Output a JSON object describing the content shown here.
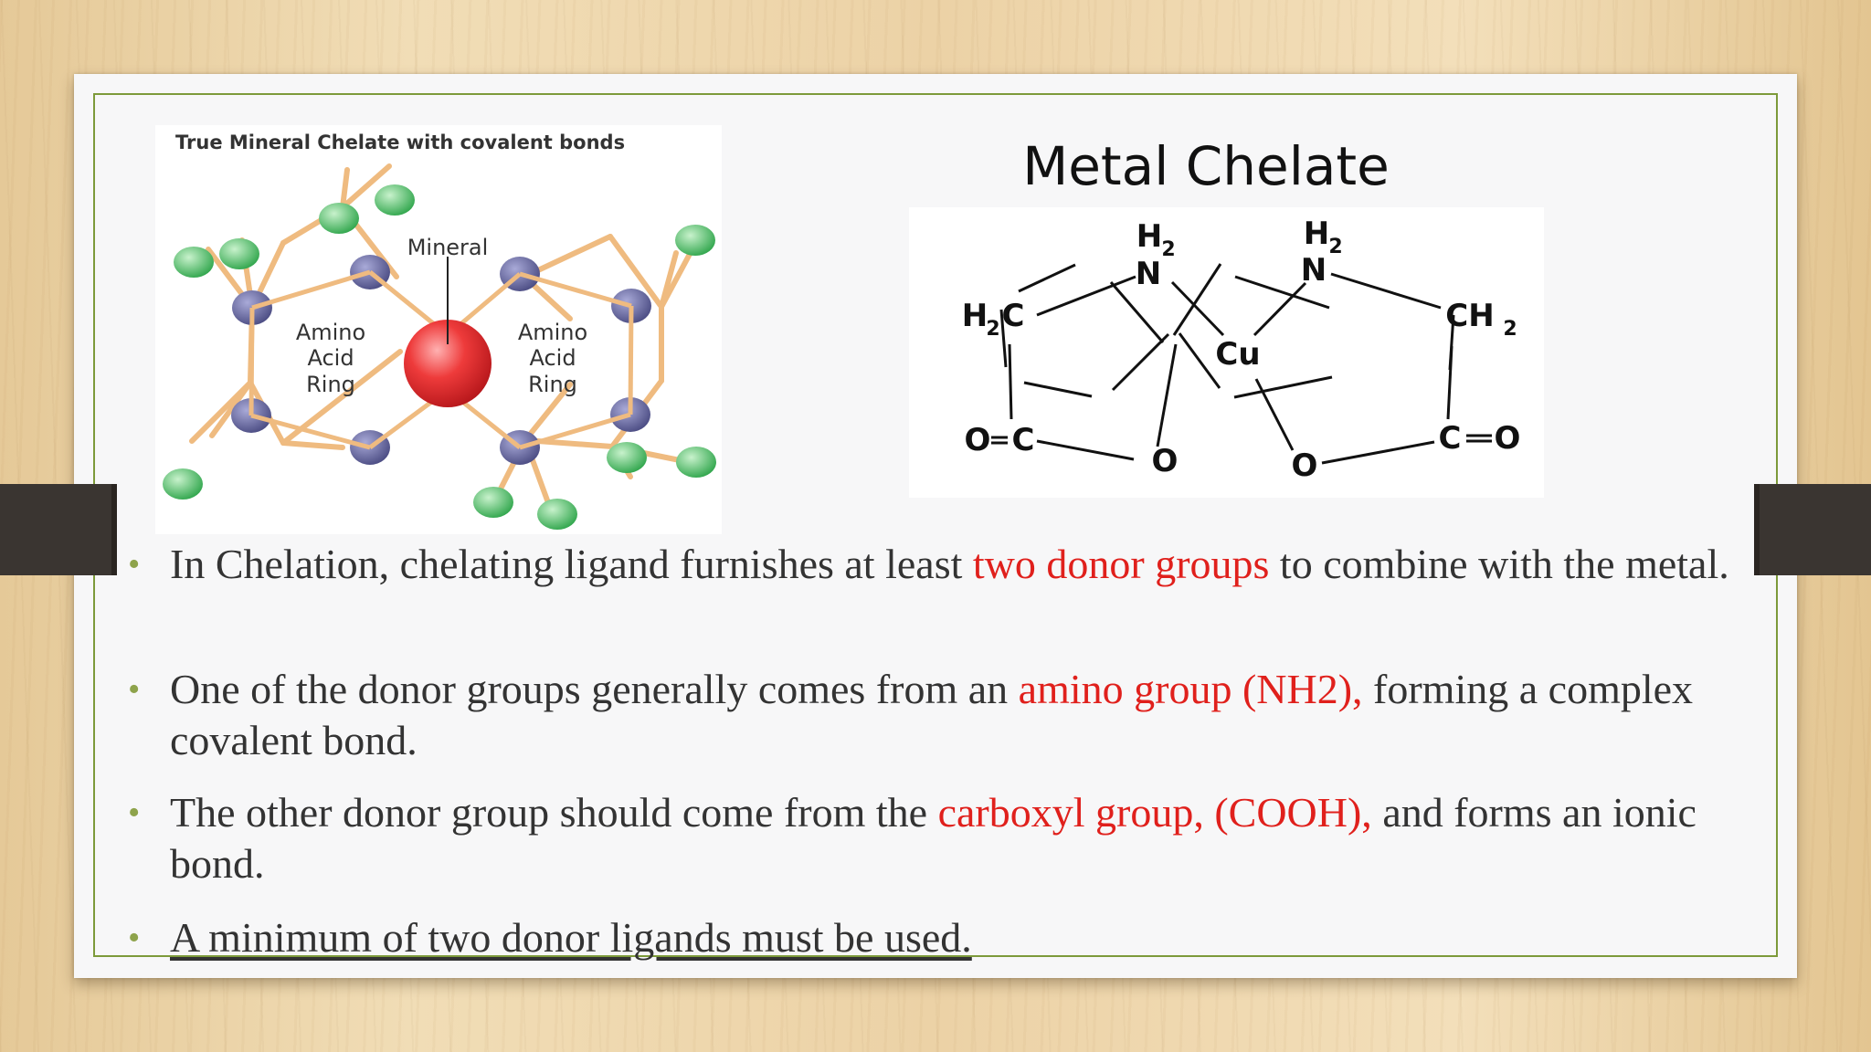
{
  "left_figure": {
    "title": "True Mineral Chelate with covalent bonds",
    "mineral_label": "Mineral",
    "ring_left": [
      "Amino",
      "Acid",
      "Ring"
    ],
    "ring_right": [
      "Amino",
      "Acid",
      "Ring"
    ]
  },
  "right_figure": {
    "title": "Metal Chelate",
    "center": "Cu",
    "left_h2": "H",
    "sub2": "2",
    "n": "N",
    "h2c_h": "H",
    "h2c_c": "C",
    "ch2_c": "CH",
    "o_left": "O",
    "c_left": "C",
    "o_ring": "O",
    "c_right": "C",
    "o_right": "O"
  },
  "bullets": [
    {
      "before": "In Chelation, chelating ligand furnishes at least ",
      "highlight": "two donor groups",
      "after": " to combine with the metal."
    },
    {
      "before": " One of  the donor groups generally comes from an ",
      "highlight": "amino group (NH2),",
      "after": " forming a complex covalent bond."
    },
    {
      "before": "The other donor group should come from the ",
      "highlight": "carboxyl group, (COOH),",
      "after": " and forms an ionic bond."
    },
    {
      "text": "A minimum of  two donor ligands must be used."
    }
  ],
  "colors": {
    "highlight": "#e0201c",
    "bullet": "#8ea34b",
    "frame": "#7d9a3a",
    "mineral": "#e3252b",
    "amino_node": "#5e5f95",
    "side_atom": "#4dbb63"
  }
}
